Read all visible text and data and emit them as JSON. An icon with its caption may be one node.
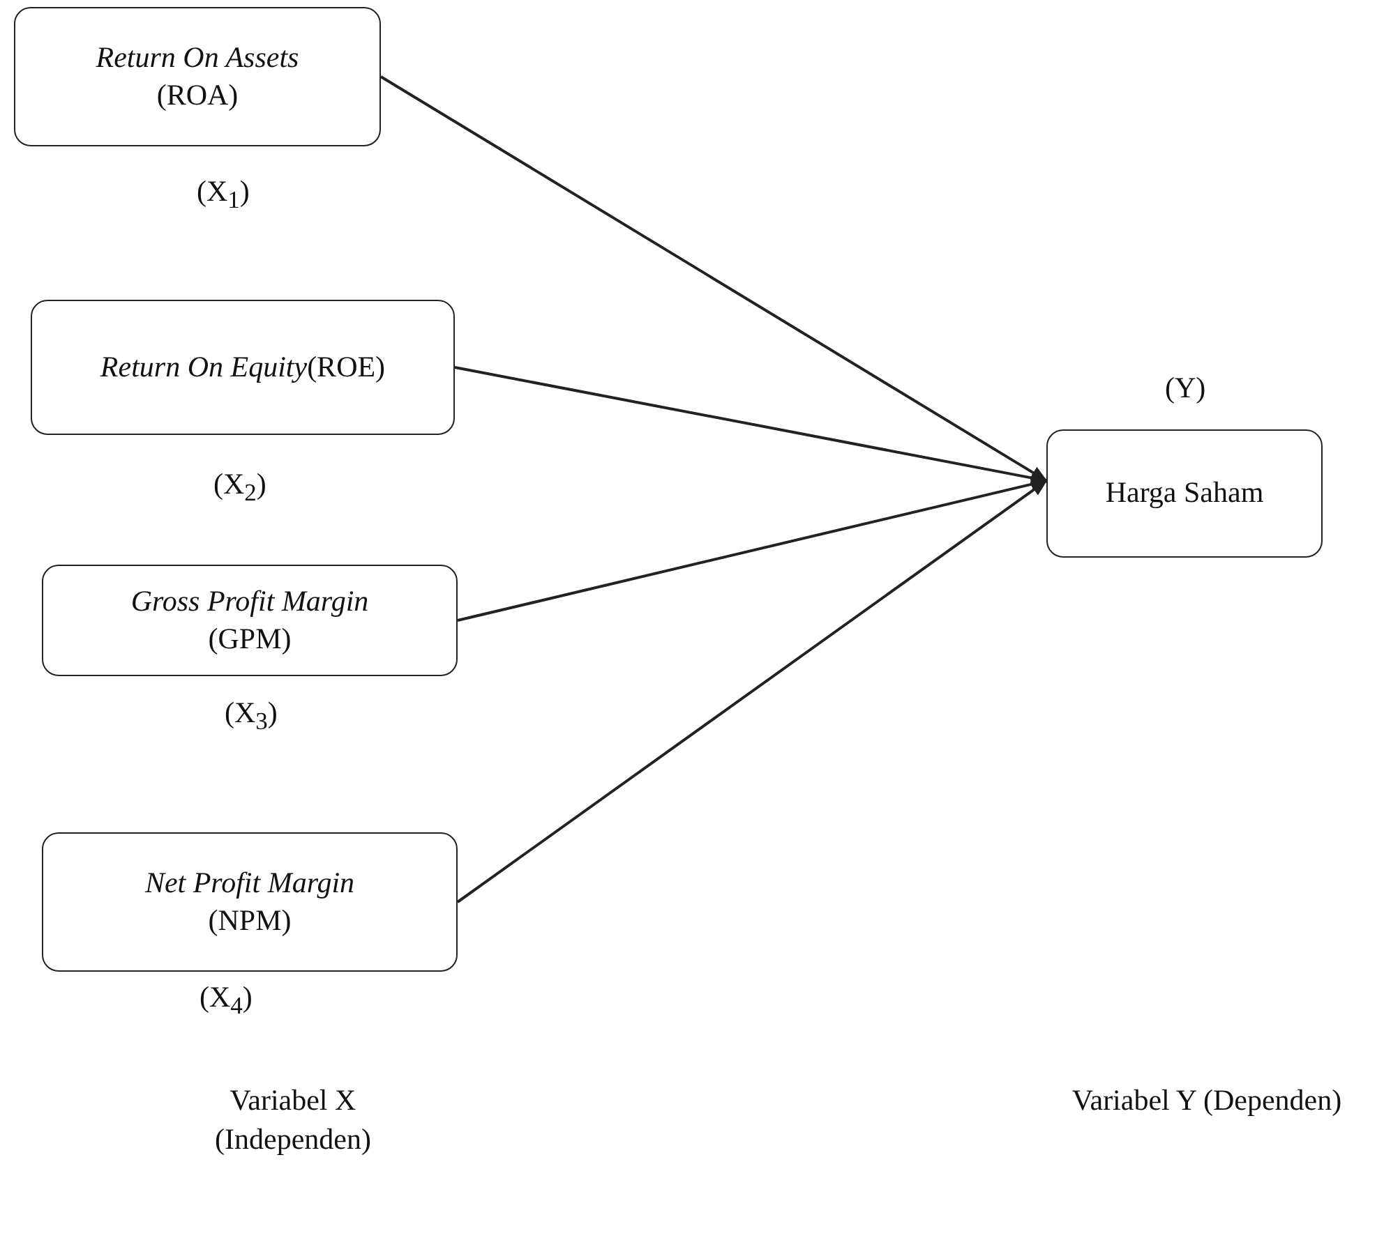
{
  "diagram": {
    "nodes": [
      {
        "text": [
          "Return On Assets",
          "(ROA)"
        ],
        "beside": [
          "(X$_{1}$)"
        ]
      },
      {
        "text": [
          "*Return On Equity*(ROE)"
        ],
        "beside": [
          "(X$_{2}$)"
        ]
      },
      {
        "text": [
          "Gross Profit Margin",
          "(GPM)"
        ],
        "beside": [
          "(X$_{3}$)"
        ]
      },
      {
        "text": [
          "Net Profit Margin",
          "(NPM)"
        ],
        "beside": [
          "(X$_{4}$)"
        ]
      },
      {
        "text": [
          "Harga Saham"
        ],
        "beside": [
          "(Y)"
        ]
      }
    ],
    "edges": [
      {
        "from": 0,
        "to": 4,
        "arrow": "to"
      },
      {
        "from": 1,
        "to": 4,
        "arrow": "to"
      },
      {
        "from": 2,
        "to": 4,
        "arrow": "to"
      },
      {
        "from": 3,
        "to": 4,
        "arrow": "to"
      }
    ],
    "labels": [
      "Variabel X (Independen)",
      "Variabel Y (Dependen)"
    ]
  }
}
